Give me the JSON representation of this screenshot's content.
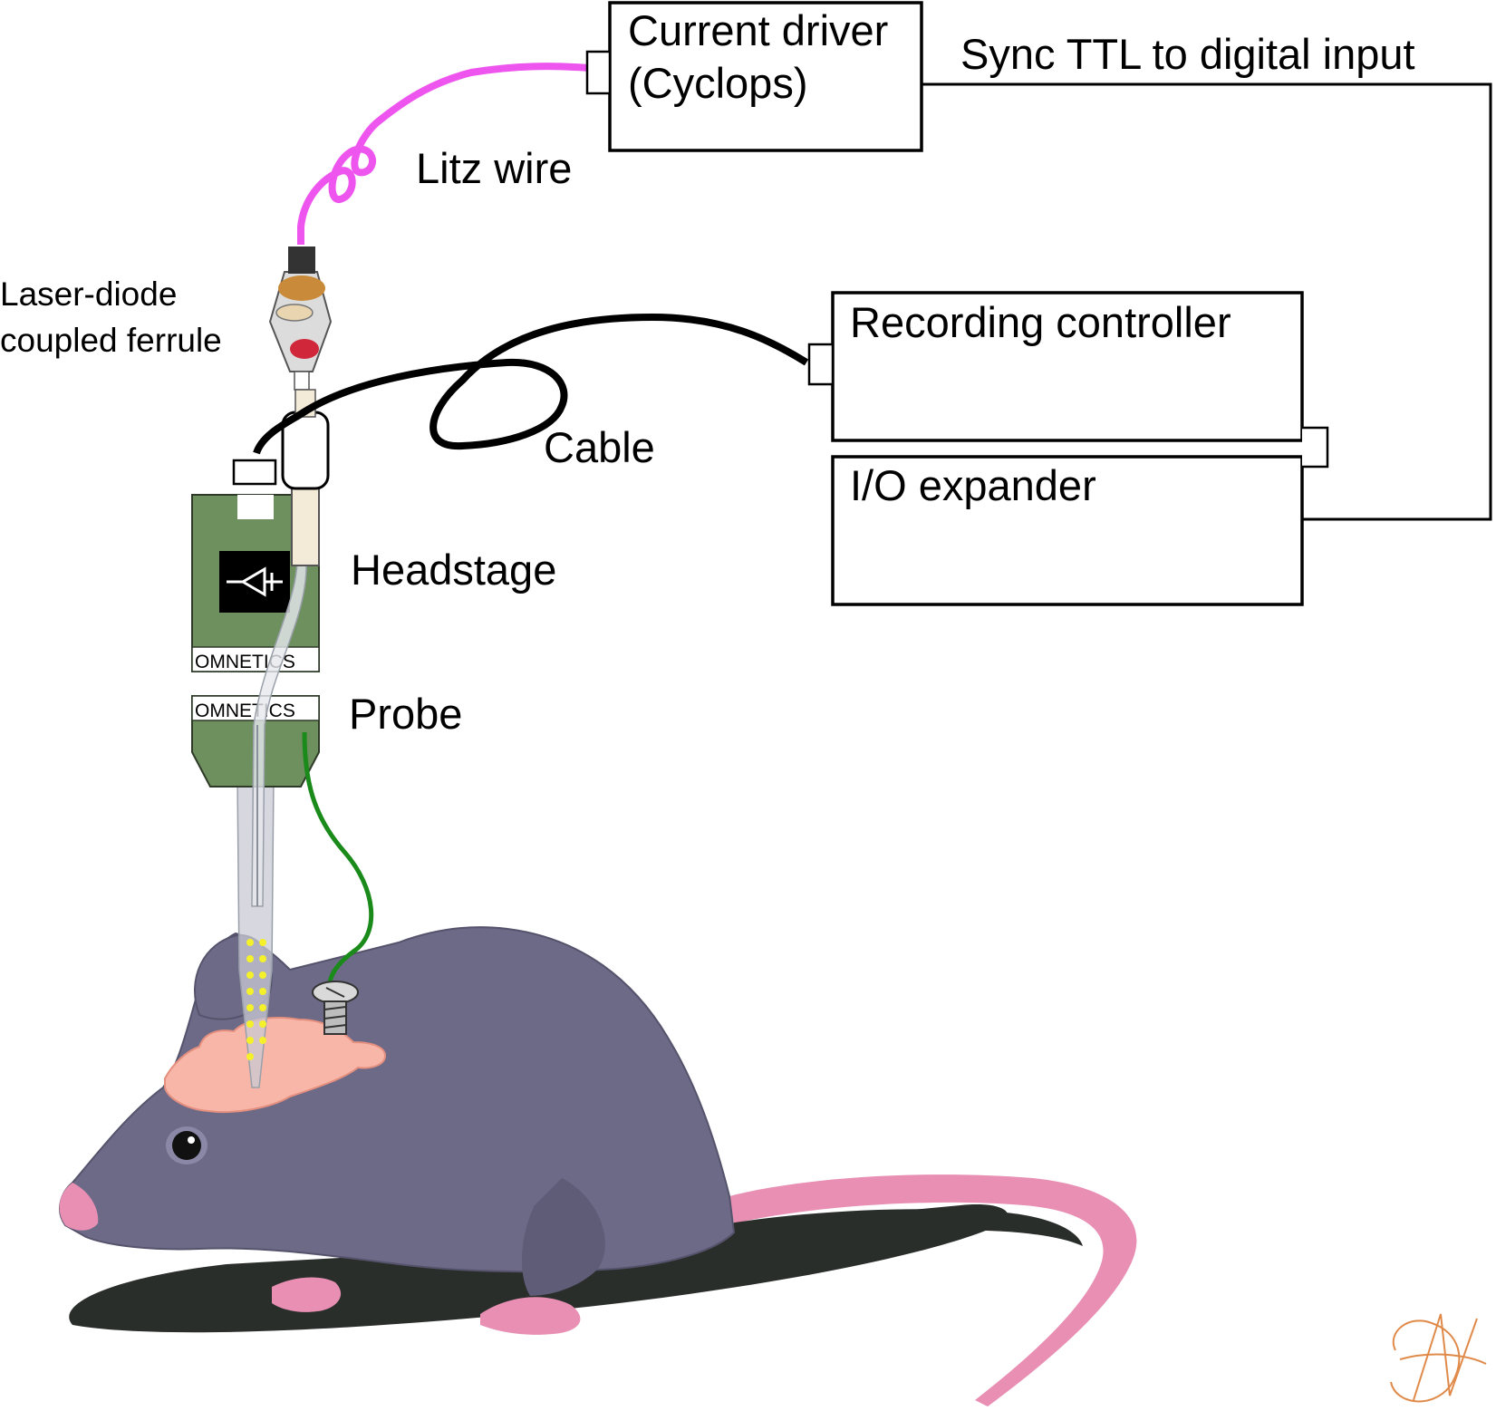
{
  "labels": {
    "current_driver_line1": "Current driver",
    "current_driver_line2": "(Cyclops)",
    "sync_ttl": "Sync TTL to digital input",
    "litz_wire": "Litz wire",
    "laser_diode_line1": "Laser-diode",
    "laser_diode_line2": "coupled ferrule",
    "recording_controller": "Recording controller",
    "io_expander": "I/O expander",
    "cable": "Cable",
    "headstage": "Headstage",
    "probe": "Probe",
    "connector_top": "OMNETICS",
    "connector_bottom": "OMNETICS"
  },
  "colors": {
    "litz_wire": "#ee55ee",
    "cable": "#000000",
    "pcb": "#6e8f5e",
    "ground_wire": "#1a8a1a",
    "mouse_body": "#6d6a87",
    "mouse_pink": "#e88fb3",
    "brain": "#f7b6a8",
    "shadow": "#2a2e2b",
    "probe_sites": "#f4f02a",
    "signature": "#e08a4a"
  },
  "icons": {
    "headstage_chip": "amplifier-symbol-icon",
    "ground_screw": "screw-icon",
    "signature": "artist-signature-icon"
  }
}
